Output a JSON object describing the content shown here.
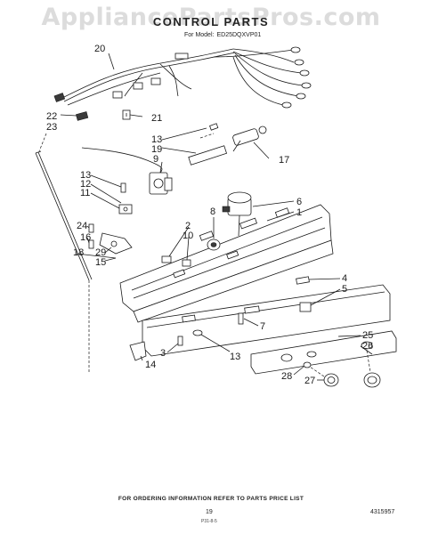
{
  "watermark": "AppliancePartsPros.com",
  "header": {
    "title": "CONTROL PARTS",
    "model_label": "For Model:",
    "model_number": "ED25DQXVP01"
  },
  "callouts": [
    {
      "id": "20",
      "text": "20"
    },
    {
      "id": "21",
      "text": "21"
    },
    {
      "id": "22",
      "text": "22"
    },
    {
      "id": "23",
      "text": "23"
    },
    {
      "id": "13a",
      "text": "13"
    },
    {
      "id": "19",
      "text": "19"
    },
    {
      "id": "9",
      "text": "9"
    },
    {
      "id": "17",
      "text": "17"
    },
    {
      "id": "13b",
      "text": "13"
    },
    {
      "id": "12",
      "text": "12"
    },
    {
      "id": "11",
      "text": "11"
    },
    {
      "id": "24",
      "text": "24"
    },
    {
      "id": "16",
      "text": "16"
    },
    {
      "id": "8",
      "text": "8"
    },
    {
      "id": "6",
      "text": "6"
    },
    {
      "id": "1",
      "text": "1"
    },
    {
      "id": "2",
      "text": "2"
    },
    {
      "id": "10",
      "text": "10"
    },
    {
      "id": "29",
      "text": "29"
    },
    {
      "id": "18",
      "text": "18"
    },
    {
      "id": "15",
      "text": "15"
    },
    {
      "id": "4",
      "text": "4"
    },
    {
      "id": "5",
      "text": "5"
    },
    {
      "id": "7",
      "text": "7"
    },
    {
      "id": "25",
      "text": "25"
    },
    {
      "id": "26",
      "text": "26"
    },
    {
      "id": "3",
      "text": "3"
    },
    {
      "id": "14",
      "text": "14"
    },
    {
      "id": "13c",
      "text": "13"
    },
    {
      "id": "28",
      "text": "28"
    },
    {
      "id": "27",
      "text": "27"
    }
  ],
  "footer": {
    "ordering_note": "FOR ORDERING INFORMATION REFER TO PARTS PRICE LIST",
    "page_number": "19",
    "page_code": "P31-8-5",
    "part_number": "4315957"
  }
}
